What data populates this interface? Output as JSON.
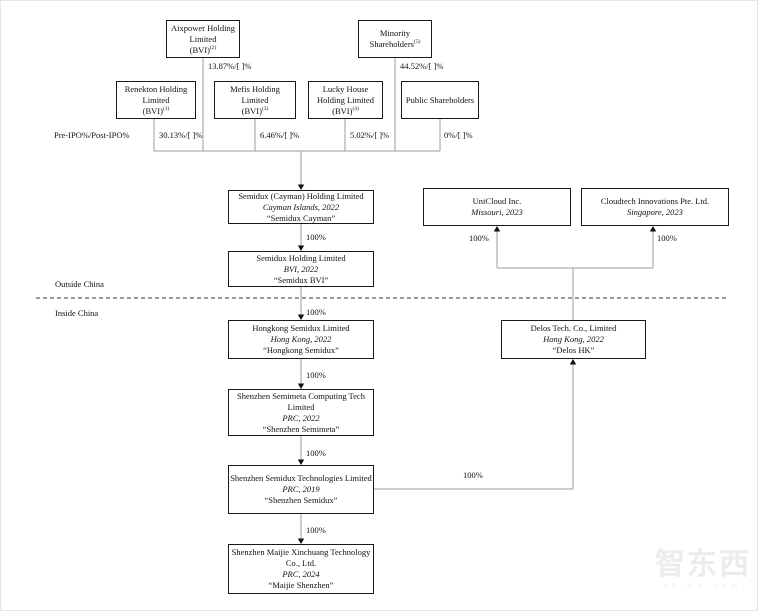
{
  "labels": {
    "pre_post_ipo": "Pre-IPO%/Post-IPO%",
    "outside_china": "Outside China",
    "inside_china": "Inside China",
    "pct_100": "100%"
  },
  "shareholders": {
    "aixpower": {
      "l1": "Aixpower Holding",
      "l2": "Limited",
      "l3": "(BVI)",
      "sup": "(2)",
      "pct": "13.87%/[ ]%"
    },
    "minority": {
      "l1": "Minority",
      "l2": "Shareholders",
      "sup": "(5)",
      "pct": "44.52%/[ ]%"
    },
    "renekton": {
      "l1": "Renekton Holding",
      "l2": "Limited",
      "l3": "(BVI)",
      "sup": "(1)",
      "pct": "30.13%/[ ]%"
    },
    "mefis": {
      "l1": "Mefis Holding",
      "l2": "Limited",
      "l3": "(BVI)",
      "sup": "(3)",
      "pct": "6.46%/[ ]%"
    },
    "lucky": {
      "l1": "Lucky House",
      "l2": "Holding Limited",
      "l3": "(BVI)",
      "sup": "(4)",
      "pct": "5.02%/[ ]%"
    },
    "public": {
      "l1": "Public Shareholders",
      "pct": "0%/[ ]%"
    }
  },
  "entities": {
    "semidux_cayman": {
      "name": "Semidux (Cayman) Holding Limited",
      "detail": "Cayman Islands, 2022",
      "alias": "“Semidux Cayman”"
    },
    "semidux_bvi": {
      "name": "Semidux Holding Limited",
      "detail": "BVI, 2022",
      "alias": "“Semidux BVI”"
    },
    "hongkong_semidux": {
      "name": "Hongkong Semidux Limited",
      "detail": "Hong Kong, 2022",
      "alias": "“Hongkong Semidux”"
    },
    "shenzhen_semimeta": {
      "name": "Shenzhen Semimeta Computing Tech Limited",
      "detail": "PRC, 2022",
      "alias": "“Shenzhen Semimeta”"
    },
    "shenzhen_semidux": {
      "name": "Shenzhen Semidux Technologies Limited",
      "detail": "PRC, 2019",
      "alias": "“Shenzhen Semidux”"
    },
    "maijie_shenzhen": {
      "name": "Shenzhen Maijie Xinchuang Technology Co., Ltd.",
      "detail": "PRC, 2024",
      "alias": "“Maijie Shenzhen”"
    },
    "unicloud": {
      "name": "UniCloud Inc.",
      "detail": "Missouri, 2023"
    },
    "cloudtech": {
      "name": "Cloudtech Innovations Pte. Ltd.",
      "detail": "Singapore, 2023"
    },
    "delos": {
      "name": "Delos Tech. Co., Limited",
      "detail": "Hong Kong, 2022",
      "alias": "“Delos HK”"
    }
  },
  "watermark": {
    "logo": "智东西",
    "site": "zhidx.com"
  },
  "colors": {
    "line": "#9e9e9e",
    "border": "#1a1a1a",
    "dash": "#3a3a3a"
  }
}
